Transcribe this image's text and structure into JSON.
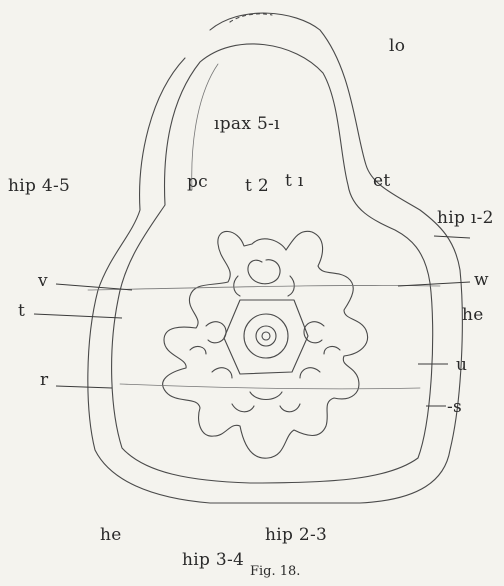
{
  "figure": {
    "labels": {
      "lo": "lo",
      "ipax": "ıpax 5-ı",
      "hip45": "hip 4-5",
      "pc": "pc",
      "t2": "t 2",
      "t1": "t ı",
      "et": "et",
      "hip12": "hip ı-2",
      "v": "v",
      "t": "t",
      "w": "w",
      "he_right": "he",
      "u": "u",
      "r": "r",
      "s": "-s",
      "he_bottom": "he",
      "hip23": "hip 2-3",
      "hip34": "hip 3-4"
    },
    "caption": "Fig. 18."
  }
}
